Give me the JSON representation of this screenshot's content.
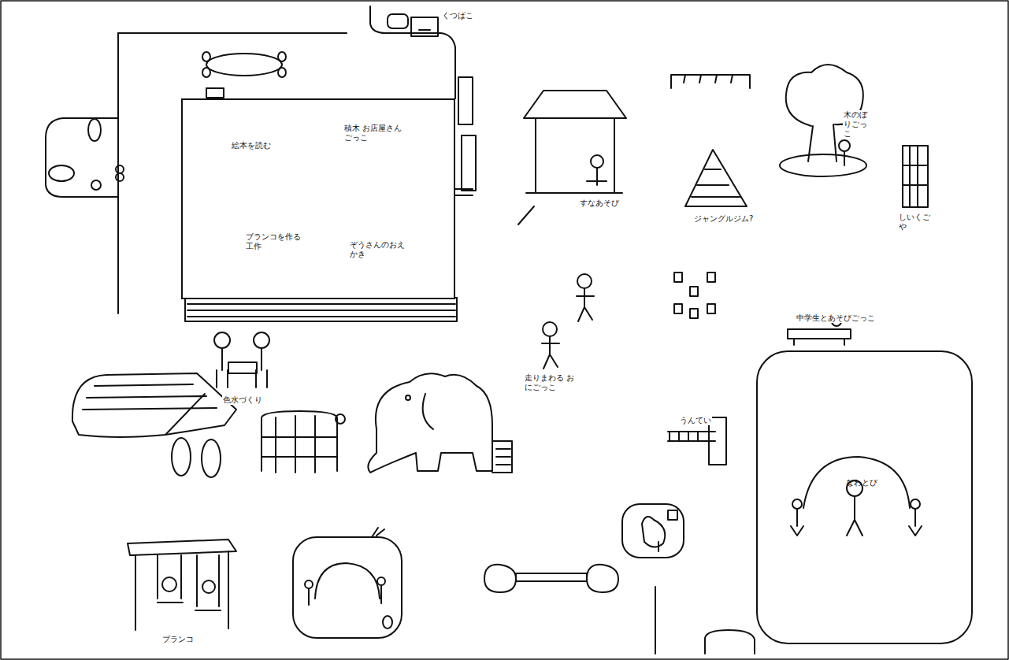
{
  "diagram": {
    "nodes": [
      {
        "text": [
          "絵本を読む",
          "積木 お店屋さんごっこ",
          "ブランコを作る 工作",
          "ぞうさんのおえかき"
        ]
      },
      {
        "text": [
          "なわとび"
        ]
      }
    ],
    "labels": [
      "くつばこ",
      "すなあそび",
      "木のぼりごっこ",
      "ジャングルジム?",
      "しいくごや",
      "走りまわる おにごっこ",
      "中学生とあそびごっこ",
      "うんてい",
      "色水づくり",
      "ブランコ"
    ]
  }
}
